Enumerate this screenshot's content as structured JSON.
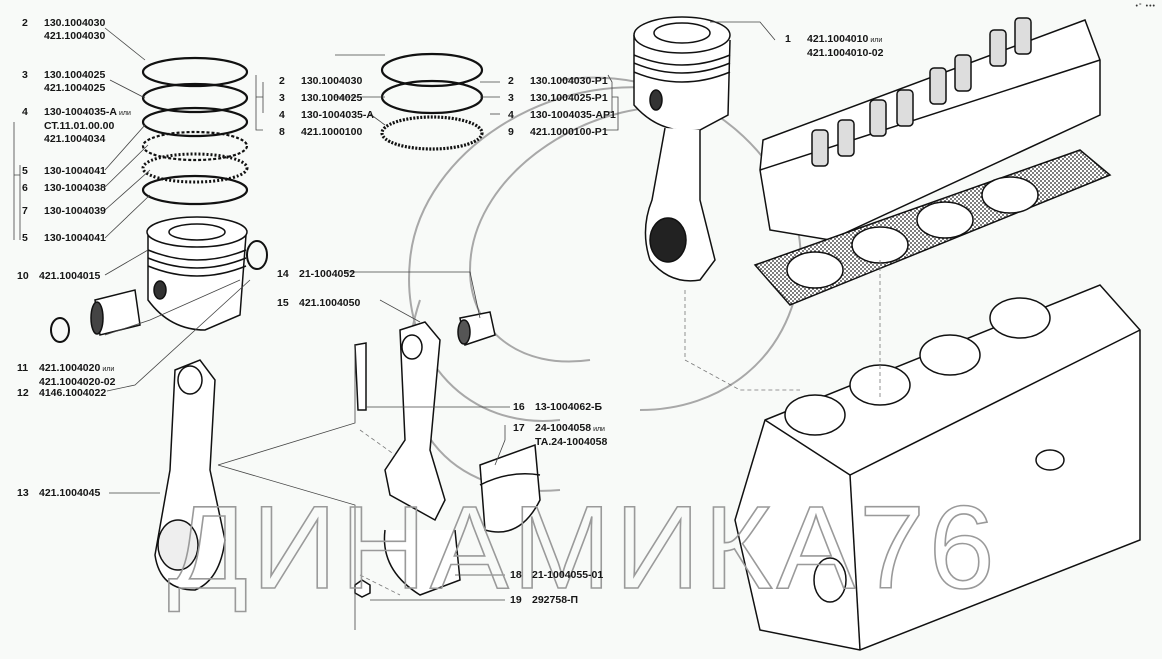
{
  "diagram": {
    "title": "Engine piston group, connecting rods, cylinder head and block — exploded parts diagram",
    "watermark": "ДИНАМИКА76",
    "corner_mark": "•° •••",
    "ili_word": "или",
    "callouts": [
      {
        "num": "1",
        "parts": [
          "421.1004010",
          "421.1004010-02"
        ],
        "alt": true
      },
      {
        "num": "2",
        "parts": [
          "130.1004030",
          "421.1004030"
        ]
      },
      {
        "num": "3",
        "parts": [
          "130.1004025",
          "421.1004025"
        ]
      },
      {
        "num": "4",
        "parts": [
          "130-1004035-А",
          "СТ.11.01.00.00",
          "421.1004034"
        ],
        "alt": true
      },
      {
        "num": "5",
        "parts": [
          "130-1004041"
        ]
      },
      {
        "num": "6",
        "parts": [
          "130-1004038"
        ]
      },
      {
        "num": "7",
        "parts": [
          "130-1004039"
        ]
      },
      {
        "num": "5",
        "parts": [
          "130-1004041"
        ]
      },
      {
        "num": "10",
        "parts": [
          "421.1004015"
        ]
      },
      {
        "num": "11",
        "parts": [
          "421.1004020",
          "421.1004020-02"
        ],
        "alt": true
      },
      {
        "num": "12",
        "parts": [
          "4146.1004022"
        ]
      },
      {
        "num": "13",
        "parts": [
          "421.1004045"
        ]
      },
      {
        "num": "14",
        "parts": [
          "21-1004052"
        ]
      },
      {
        "num": "15",
        "parts": [
          "421.1004050"
        ]
      },
      {
        "num": "16",
        "parts": [
          "13-1004062-Б"
        ]
      },
      {
        "num": "17",
        "parts": [
          "24-1004058",
          "ТА.24-1004058"
        ],
        "alt": true
      },
      {
        "num": "18",
        "parts": [
          "21-1004055-01"
        ]
      },
      {
        "num": "19",
        "parts": [
          "292758-П"
        ]
      }
    ],
    "ring_set_std": [
      {
        "num": "2",
        "part": "130.1004030"
      },
      {
        "num": "3",
        "part": "130.1004025"
      },
      {
        "num": "4",
        "part": "130-1004035-А"
      },
      {
        "num": "8",
        "part": "421.1000100"
      }
    ],
    "ring_set_rep": [
      {
        "num": "2",
        "part": "130.1004030-Р1"
      },
      {
        "num": "3",
        "part": "130.1004025-Р1"
      },
      {
        "num": "4",
        "part": "130-1004035-АР1"
      },
      {
        "num": "9",
        "part": "421.1000100-Р1"
      }
    ]
  }
}
